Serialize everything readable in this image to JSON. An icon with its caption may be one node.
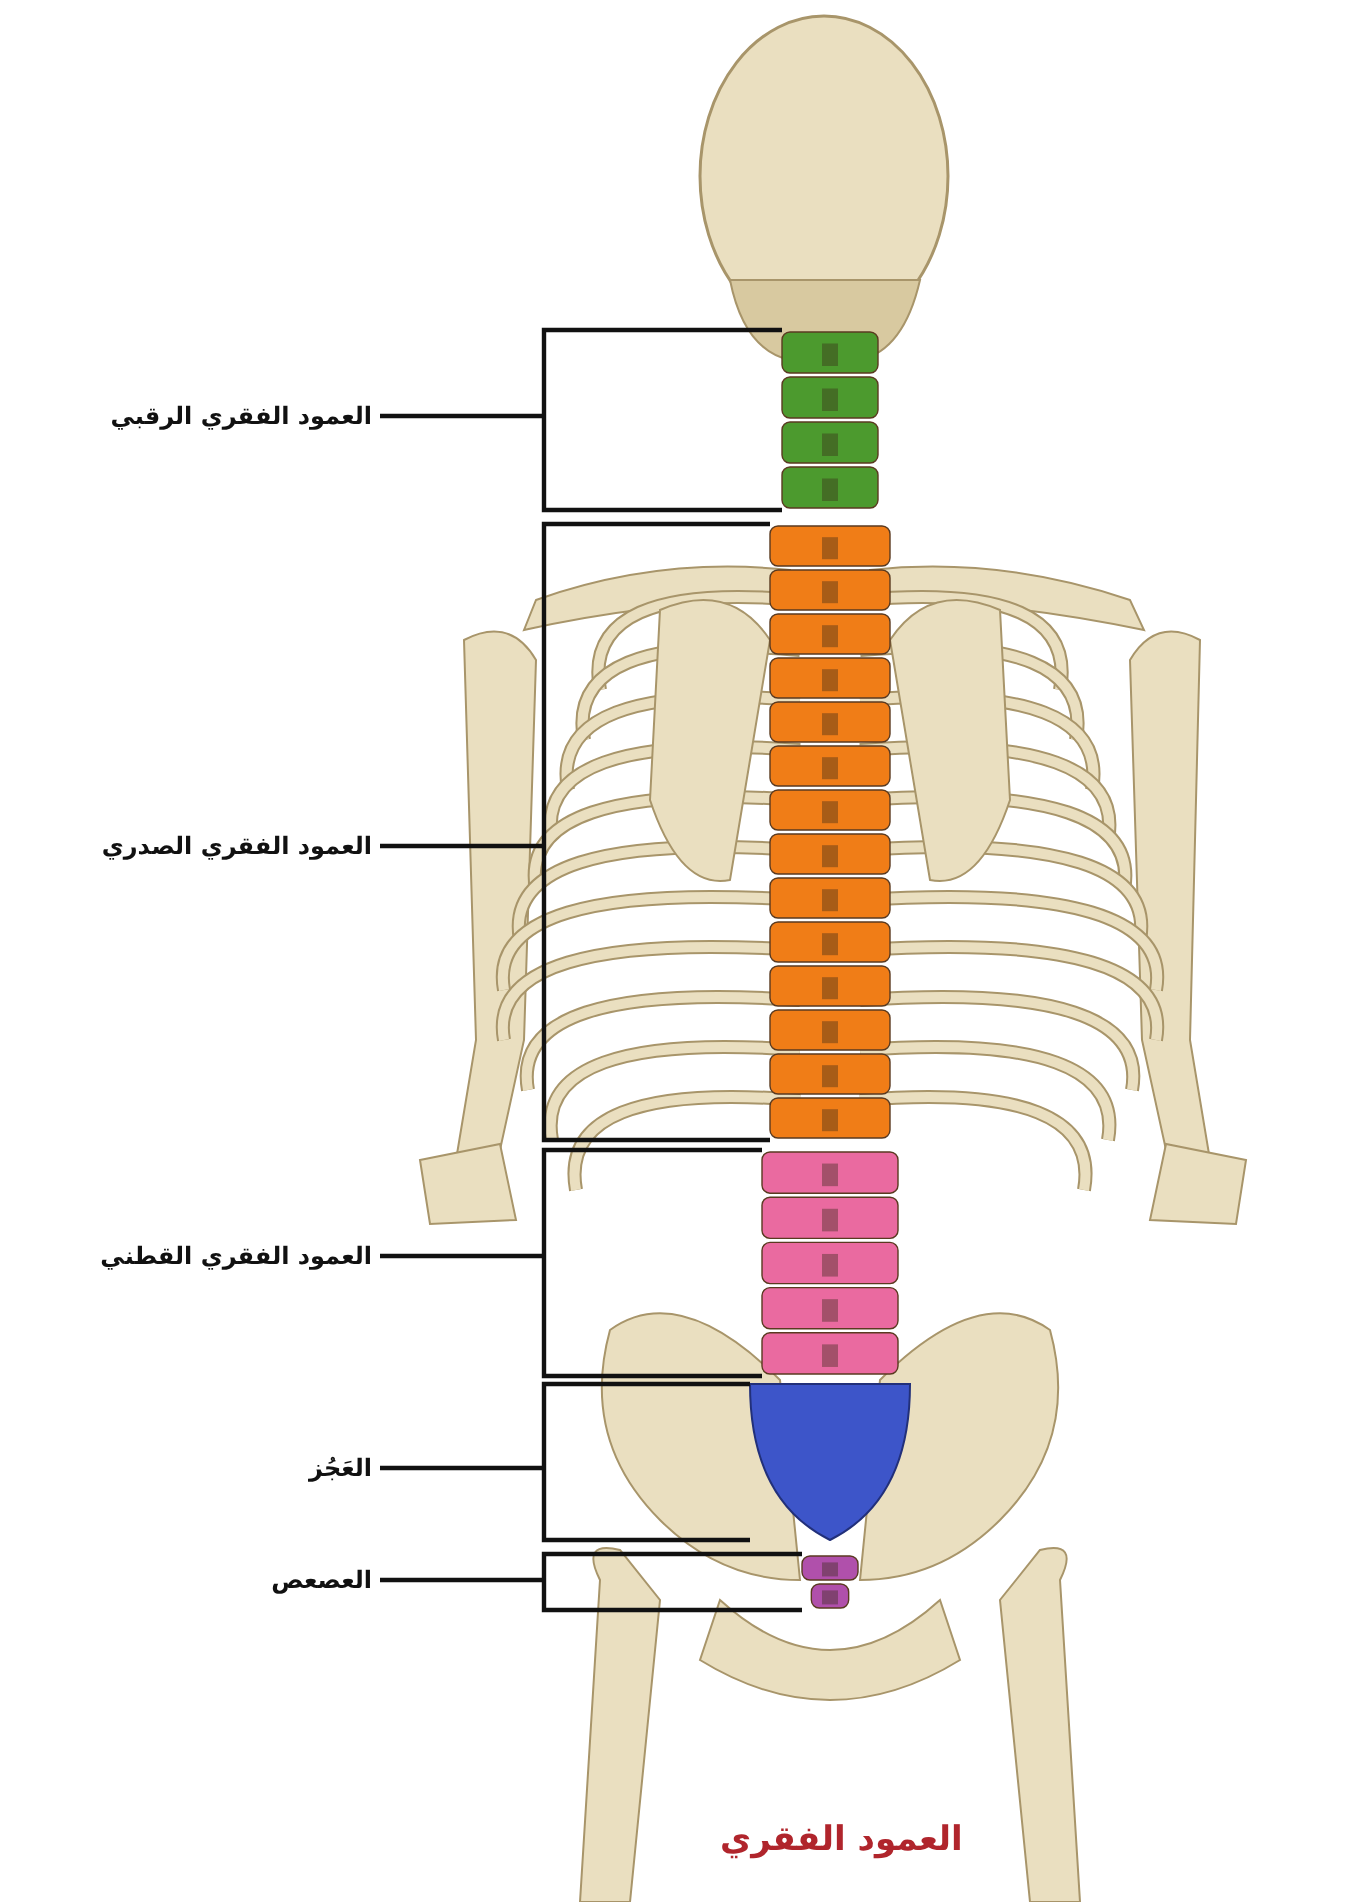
{
  "diagram": {
    "caption": "العمود الفقري",
    "nodes": [
      {
        "text": [
          "العمود الفقري الرقبي"
        ]
      },
      {
        "text": [
          "العمود الفقري الصدري"
        ]
      },
      {
        "text": [
          "العمود الفقري القطني"
        ]
      },
      {
        "text": [
          "العَجُز"
        ]
      },
      {
        "text": [
          "العصعص"
        ]
      },
      {
        "text": [],
        "shape": "picture"
      },
      {
        "text": [],
        "shape": "picture"
      },
      {
        "text": [],
        "shape": "picture"
      },
      {
        "text": [],
        "shape": "picture"
      },
      {
        "text": [],
        "shape": "picture"
      }
    ],
    "edges": [
      {
        "from": 0,
        "to": 5,
        "arrow": "none"
      },
      {
        "from": 1,
        "to": 6,
        "arrow": "none"
      },
      {
        "from": 2,
        "to": 7,
        "arrow": "none"
      },
      {
        "from": 3,
        "to": 8,
        "arrow": "none"
      },
      {
        "from": 4,
        "to": 9,
        "arrow": "none"
      }
    ]
  }
}
